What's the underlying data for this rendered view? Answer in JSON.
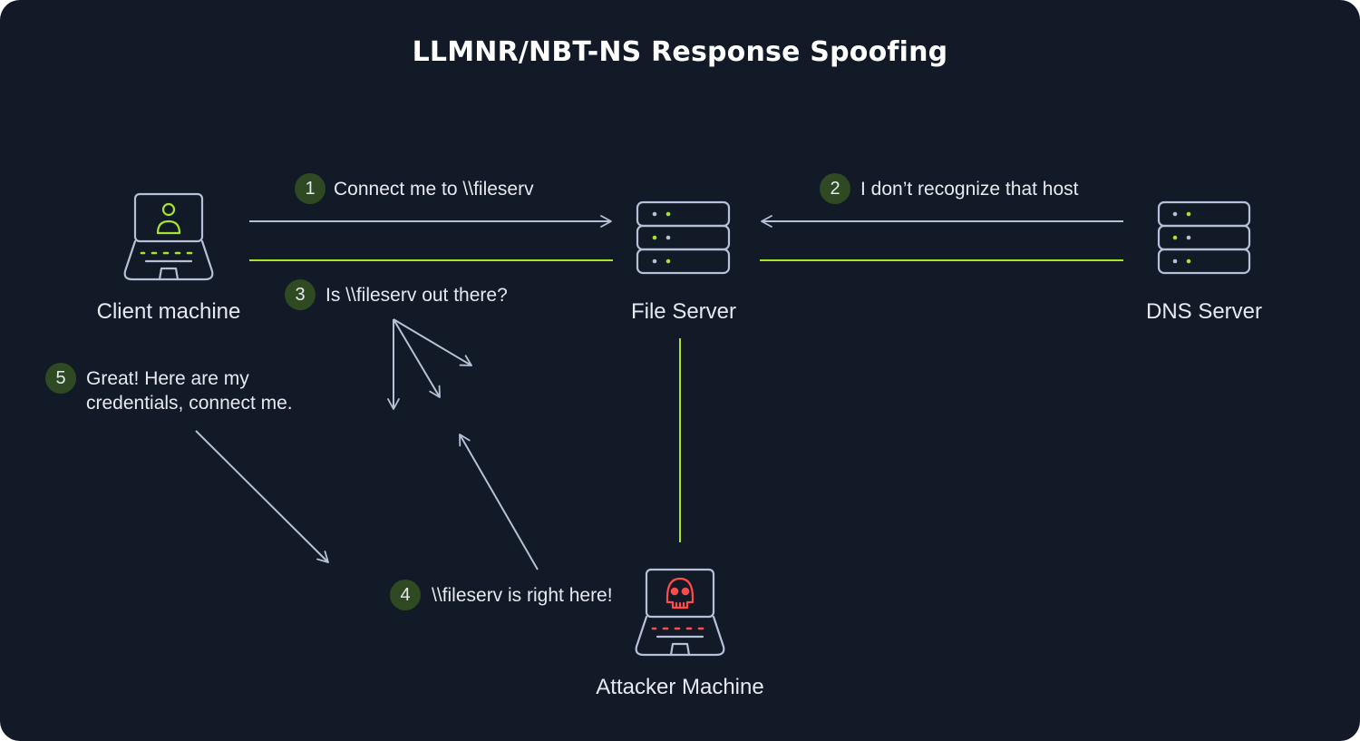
{
  "title": "LLMNR/NBT-NS Response Spoofing",
  "colors": {
    "background": "#121a27",
    "icon_stroke": "#b7c0d6",
    "accent_green": "#a6e22e",
    "danger_red": "#ff4b4b",
    "step_badge": "#2f4a22"
  },
  "nodes": {
    "client": {
      "label": "Client machine",
      "icon": "laptop-user-icon"
    },
    "file_server": {
      "label": "File Server",
      "icon": "server-icon"
    },
    "dns_server": {
      "label": "DNS Server",
      "icon": "server-icon"
    },
    "attacker": {
      "label": "Attacker Machine",
      "icon": "laptop-skull-icon"
    }
  },
  "steps": [
    {
      "num": "1",
      "text": "Connect me to \\\\fileserv"
    },
    {
      "num": "2",
      "text": "I don’t recognize that host"
    },
    {
      "num": "3",
      "text": "Is \\\\fileserv out there?"
    },
    {
      "num": "4",
      "text": "\\\\fileserv is right here!"
    },
    {
      "num": "5",
      "text_line1": "Great! Here are my",
      "text_line2": "credentials, connect me."
    }
  ]
}
